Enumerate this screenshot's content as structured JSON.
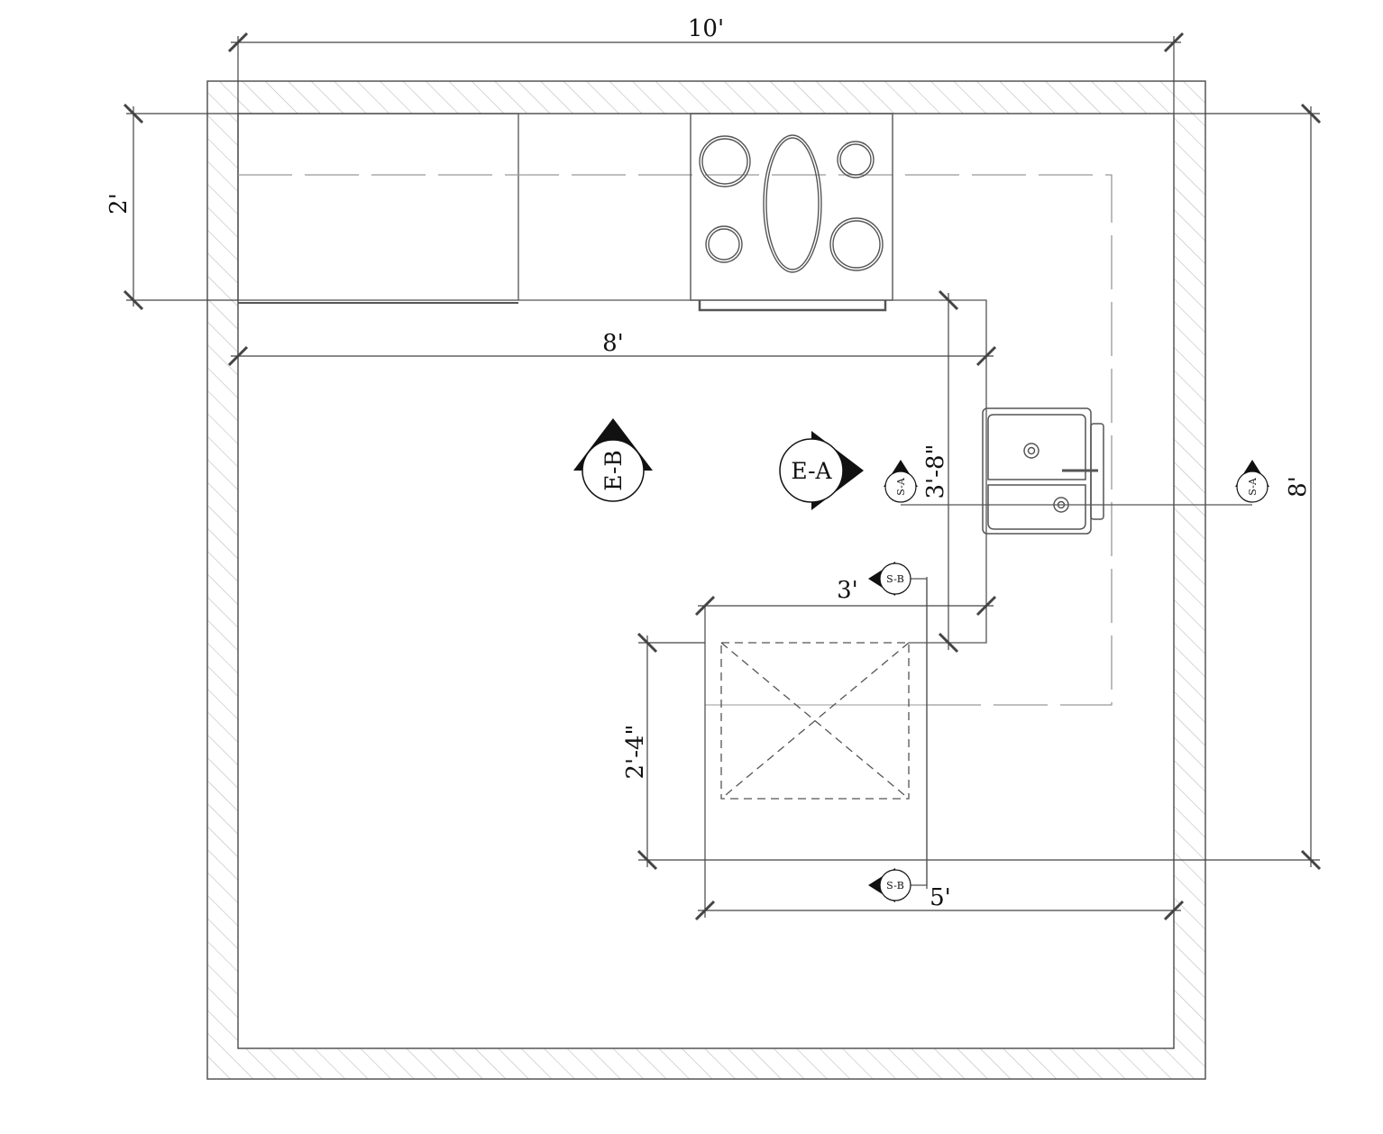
{
  "dimensions": {
    "top_width": "10'",
    "counter_depth": "2'",
    "counter_length": "8'",
    "right_height": "8'",
    "sink_run": "3'-8\"",
    "island_width": "3'",
    "island_depth": "2'-4\"",
    "island_offset": "5'"
  },
  "tags": {
    "elevation_b": "E-B",
    "elevation_a": "E-A",
    "section_a": "S-A",
    "section_b": "S-B"
  },
  "colors": {
    "line": "#555555",
    "ink": "#111111",
    "hatch": "#bbbbbb",
    "background": "#ffffff"
  }
}
